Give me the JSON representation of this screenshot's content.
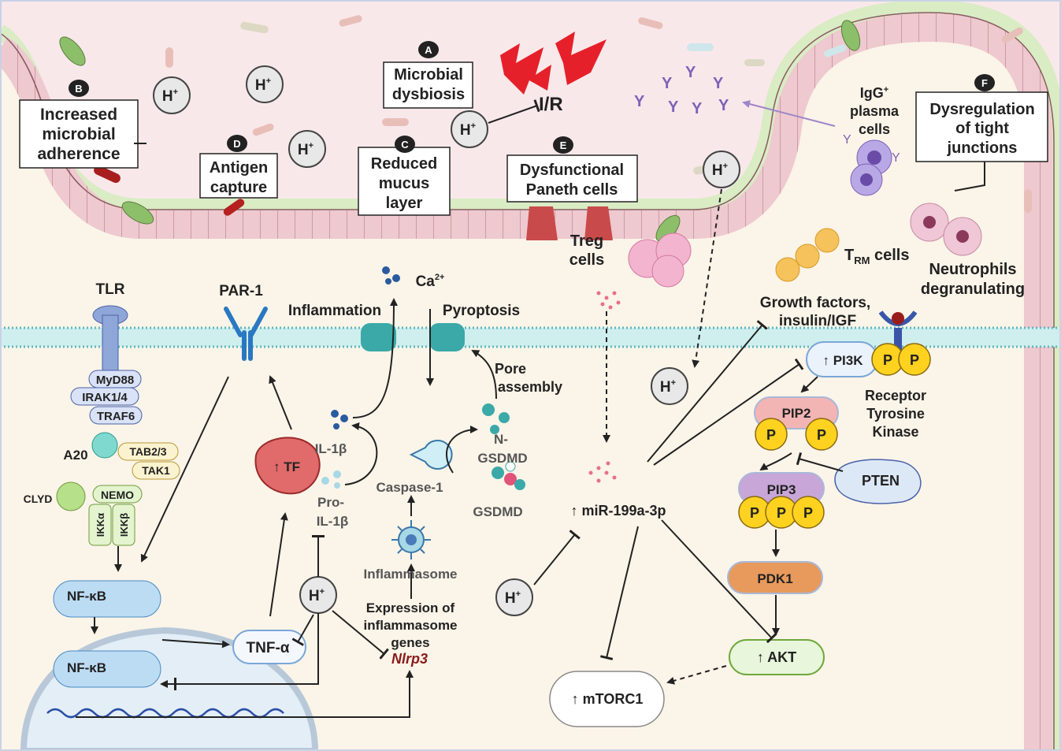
{
  "panels": {
    "A": {
      "letter": "A",
      "text": [
        "Microbial",
        "dysbiosis"
      ]
    },
    "B": {
      "letter": "B",
      "text": [
        "Increased",
        "microbial",
        "adherence"
      ]
    },
    "C": {
      "letter": "C",
      "text": [
        "Reduced",
        "mucus",
        "layer"
      ]
    },
    "D": {
      "letter": "D",
      "text": [
        "Antigen",
        "capture"
      ]
    },
    "E": {
      "letter": "E",
      "text": [
        "Dysfunctional",
        "Paneth cells"
      ]
    },
    "F": {
      "letter": "F",
      "text": [
        "Dysregulation",
        "of tight",
        "junctions"
      ]
    }
  },
  "proton": {
    "symbol": "H",
    "charge": "+"
  },
  "ir_label": "I/R",
  "igg": {
    "lines": [
      "IgG",
      "plasma",
      "cells"
    ],
    "sup": "+"
  },
  "treg": [
    "Treg",
    "cells"
  ],
  "trm": {
    "main": "T",
    "sub": "RM",
    "rest": " cells"
  },
  "neutrophils": [
    "Neutrophils",
    "degranulating"
  ],
  "tlr": "TLR",
  "par1": "PAR-1",
  "inflammation": "Inflammation",
  "calcium": {
    "main": "Ca",
    "sup": "2+"
  },
  "pyroptosis": "Pyroptosis",
  "pore_assembly": [
    "Pore",
    "assembly"
  ],
  "growth_factors": [
    "Growth factors,",
    "insulin/IGF"
  ],
  "tlr_complex": {
    "myd88": "MyD88",
    "irak": "IRAK1/4",
    "traf6": "TRAF6",
    "a20": "A20",
    "tab": "TAB2/3",
    "tak1": "TAK1",
    "clyd": "CLYD",
    "nemo": "NEMO",
    "ikka": "IKKα",
    "ikkb": "IKKβ"
  },
  "nfkb": "NF-κB",
  "tnf": "TNF-α",
  "tf": "↑ TF",
  "il1b": "IL-1β",
  "pro_il1b": [
    "Pro-",
    "IL-1β"
  ],
  "caspase1": "Caspase-1",
  "n_gsdmd": [
    "N-",
    "GSDMD"
  ],
  "gsdmd": "GSDMD",
  "inflammasome": "Inflammasome",
  "expression": [
    "Expression of",
    "inflammasome",
    "genes"
  ],
  "nlrp3": "Nlrp3",
  "mir": "↑ miR-199a-3p",
  "mtorc1": "↑ mTORC1",
  "pi3k": "↑ PI3K",
  "pip2": "PIP2",
  "pip3": "PIP3",
  "phospho": "P",
  "rtk": [
    "Receptor",
    "Tyrosine",
    "Kinase"
  ],
  "pten": "PTEN",
  "pdk1": "PDK1",
  "akt": "↑ AKT"
}
